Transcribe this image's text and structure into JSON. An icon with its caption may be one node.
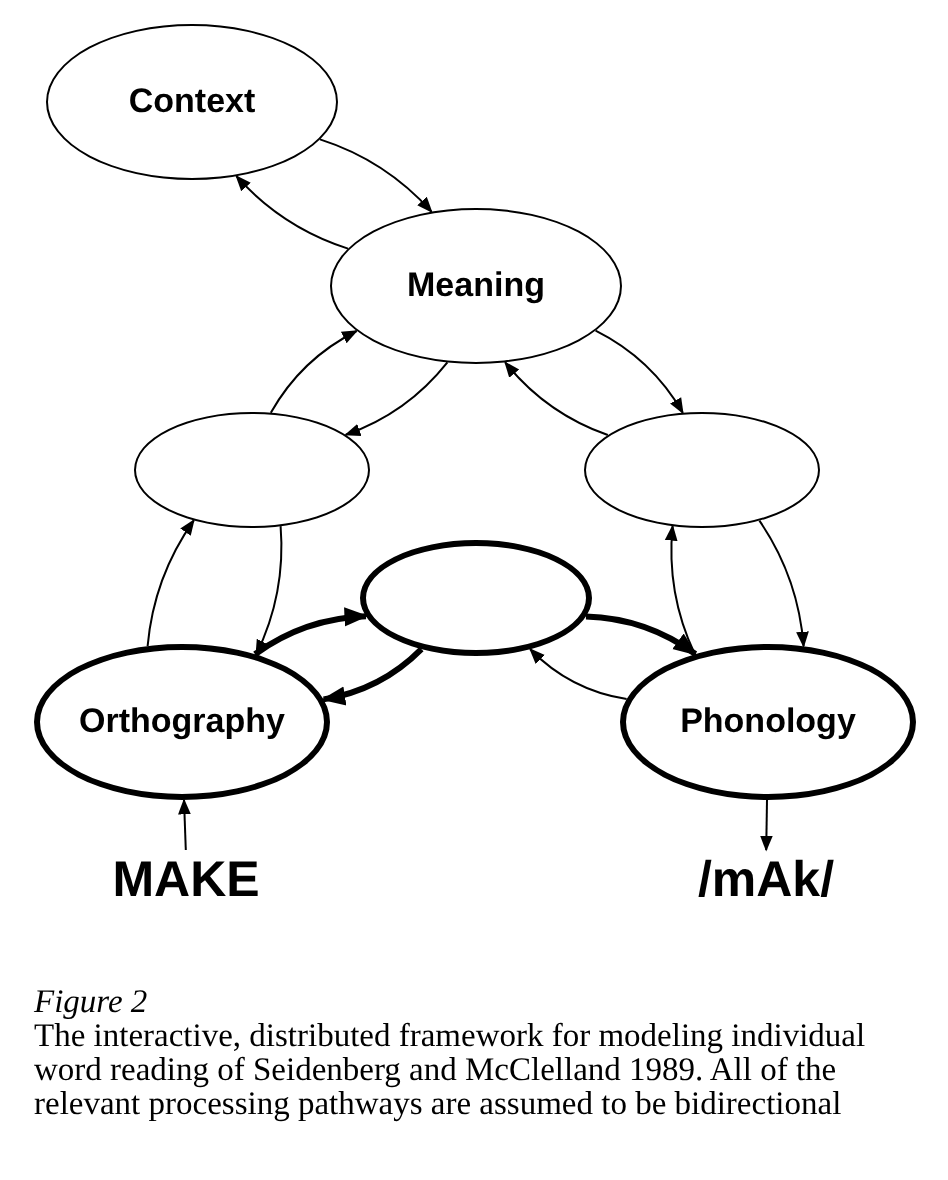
{
  "diagram": {
    "caption": "The interactive, distributed framework for modeling individual word reading of Seidenberg and McClelland 1989. All of the relevant processing pathways are assumed to be bidirectional",
    "nodes": [
      {
        "text": [
          "Context"
        ]
      },
      {
        "text": [
          "Meaning"
        ]
      },
      {
        "text": [],
        "shape": "ellipse"
      },
      {
        "text": [],
        "shape": "ellipse"
      },
      {
        "text": [],
        "shape": "ellipse"
      },
      {
        "text": [
          "Orthography"
        ]
      },
      {
        "text": [
          "Phonology"
        ]
      },
      {
        "text": [
          "MAKE"
        ]
      },
      {
        "text": [
          "/mAk/"
        ]
      }
    ],
    "edges": [
      {
        "from": 0,
        "to": 1,
        "arrow": "to"
      },
      {
        "from": 1,
        "to": 0,
        "arrow": "to"
      },
      {
        "from": 1,
        "to": 2,
        "arrow": "to"
      },
      {
        "from": 2,
        "to": 1,
        "arrow": "to"
      },
      {
        "from": 1,
        "to": 3,
        "arrow": "to"
      },
      {
        "from": 3,
        "to": 1,
        "arrow": "to"
      },
      {
        "from": 2,
        "to": 5,
        "arrow": "to"
      },
      {
        "from": 5,
        "to": 2,
        "arrow": "to"
      },
      {
        "from": 3,
        "to": 6,
        "arrow": "to"
      },
      {
        "from": 6,
        "to": 3,
        "arrow": "to"
      },
      {
        "from": 5,
        "to": 4,
        "arrow": "to",
        "style": "thick"
      },
      {
        "from": 4,
        "to": 5,
        "arrow": "to",
        "style": "thick"
      },
      {
        "from": 4,
        "to": 6,
        "arrow": "to",
        "style": "thick"
      },
      {
        "from": 6,
        "to": 4,
        "arrow": "to"
      },
      {
        "from": 7,
        "to": 5,
        "arrow": "to"
      },
      {
        "from": 6,
        "to": 8,
        "arrow": "to"
      }
    ],
    "labels": [
      "Figure 2"
    ]
  }
}
